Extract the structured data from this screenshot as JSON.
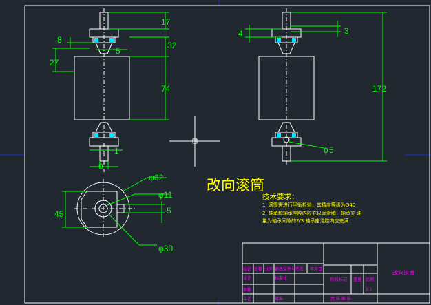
{
  "title": "改向滚筒",
  "dims": {
    "d17": "17",
    "d8": "8",
    "d5a": "5",
    "d32": "32",
    "d27": "27",
    "d74": "74",
    "d1": "1",
    "d9": "9",
    "d4": "4",
    "d3": "3",
    "d172": "172",
    "d5b": "5",
    "phi62": "φ62",
    "phi11": "φ11",
    "d5c": "5",
    "d45": "45",
    "phi30": "φ30"
  },
  "tech": {
    "heading": "技术要求：",
    "line1": "1. 滚筒需进行平衡检验，其精度等级为G40",
    "line2": "2. 轴承和轴承座腔内应充以润滑脂，轴承充 油",
    "line3": "量为轴承间隙的2/3 轴承座油腔内应充满"
  },
  "block": {
    "name": "改向滚筒",
    "r1": [
      "标记",
      "处数",
      "分区",
      "更改文件号",
      "签名",
      "年月日"
    ],
    "r2": [
      "设计",
      "标准化"
    ],
    "r3": [
      "阶段标记",
      "重量",
      "比例"
    ],
    "r4": [
      "审核"
    ],
    "r5": [
      "工艺",
      "批准"
    ],
    "r6": [
      "共 张 第 张"
    ],
    "scale": "1:1"
  },
  "colors": {
    "bg": "#212830",
    "white": "#ffffff",
    "green": "#00ff00",
    "yellow": "#ffff00",
    "magenta": "#ff00ff",
    "blue": "#1a2bd6"
  }
}
